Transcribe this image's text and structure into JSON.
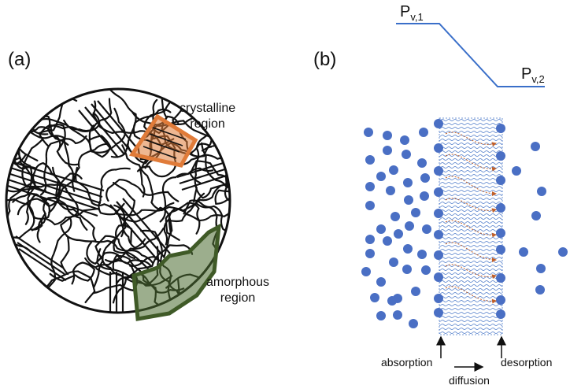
{
  "panel_a": {
    "label": "(a)",
    "crystalline_label": [
      "crystalline",
      "region"
    ],
    "amorphous_label": [
      "amorphous",
      "region"
    ],
    "colors": {
      "crystalline": "#e07b39",
      "amorphous": "#4b6b2f"
    }
  },
  "panel_b": {
    "label": "(b)",
    "pressure_high": {
      "main": "P",
      "sub": "v,1"
    },
    "pressure_low": {
      "main": "P",
      "sub": "v,2"
    },
    "absorption_label": "absorption",
    "desorption_label": "desorption",
    "diffusion_label": "diffusion",
    "colors": {
      "molecule": "#4a6fc4",
      "membrane": "#4a78c8",
      "path": "#c0602a",
      "pressure_line": "#3a6fc9"
    }
  }
}
